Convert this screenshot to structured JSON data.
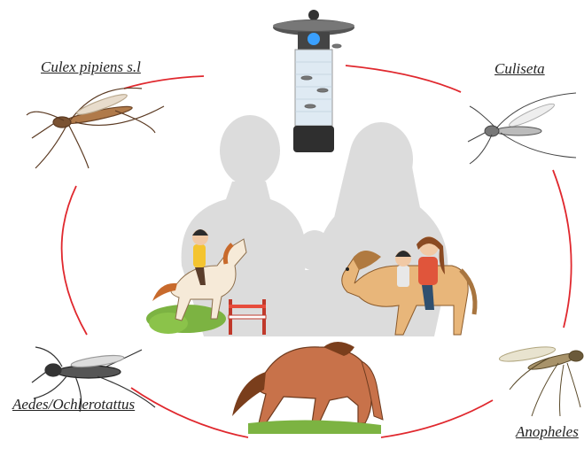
{
  "labels": {
    "culex": "Culex pipiens s.l",
    "culiseta": "Culiseta",
    "aedes": "Aedes/Ochlerotattus",
    "anopheles": "Anopheles"
  },
  "icons": {
    "trap": "mosquito-trap-icon",
    "culex": "culex-mosquito-icon",
    "culiseta": "culiseta-mosquito-icon",
    "aedes": "aedes-mosquito-icon",
    "anopheles": "anopheles-mosquito-icon",
    "family": "human-family-silhouette-icon",
    "jumping_horse": "child-horse-jumping-icon",
    "riding_pair": "mother-child-riding-icon",
    "grazing_horse": "grazing-horse-icon"
  },
  "colors": {
    "cycle": "#e0282e",
    "silhouette": "#d9d9d9",
    "horse": "#c8724a",
    "grass": "#7cb342"
  }
}
